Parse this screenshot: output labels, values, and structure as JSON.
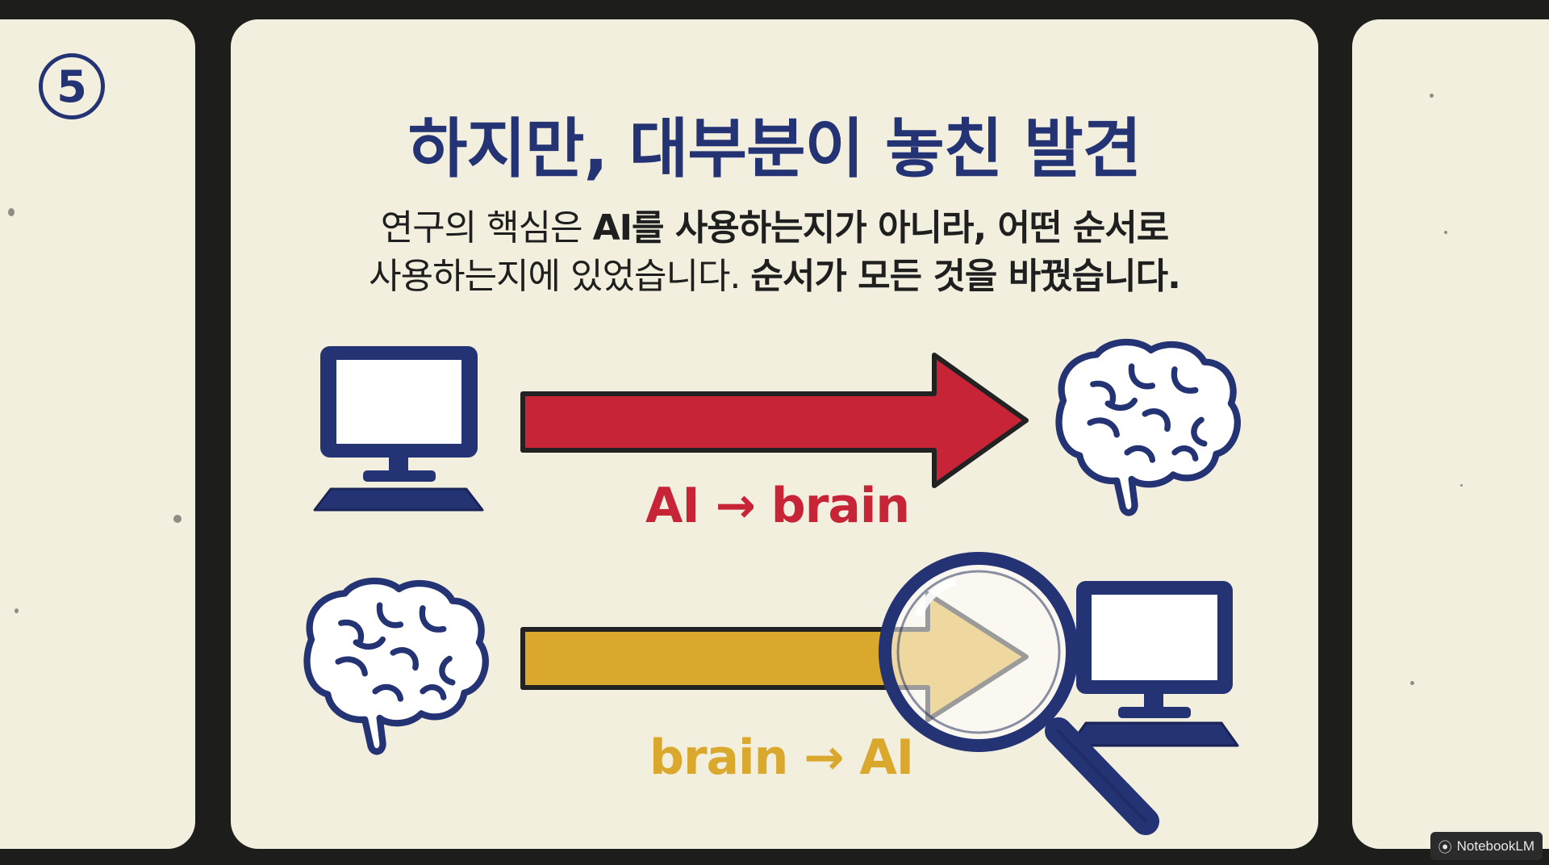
{
  "slide": {
    "step_badge": "5",
    "title": "하지만, 대부분이 놓친 발견",
    "subtitle_line1": {
      "part1": "연구의 핵심은 ",
      "part2_bold": "AI를 사용하는지가 아니라, 어떤 순서로"
    },
    "subtitle_line2": {
      "part1": "사용하는지에 있었습니다. ",
      "part2_bold": "순서가 모든 것을 바꿨습니다."
    },
    "flows": [
      {
        "label": "AI → brain",
        "from_icon": "computer-icon",
        "to_icon": "brain-icon",
        "color": "#c82438"
      },
      {
        "label": "brain → AI",
        "from_icon": "brain-icon",
        "to_icon": "computer-icon",
        "color": "#d9a82c"
      }
    ]
  },
  "watermark": {
    "label": "NotebookLM"
  },
  "colors": {
    "navy": "#243373",
    "paper": "#f3efdf",
    "red": "#c82438",
    "gold": "#d9a82c",
    "background": "#1d1d1b"
  }
}
